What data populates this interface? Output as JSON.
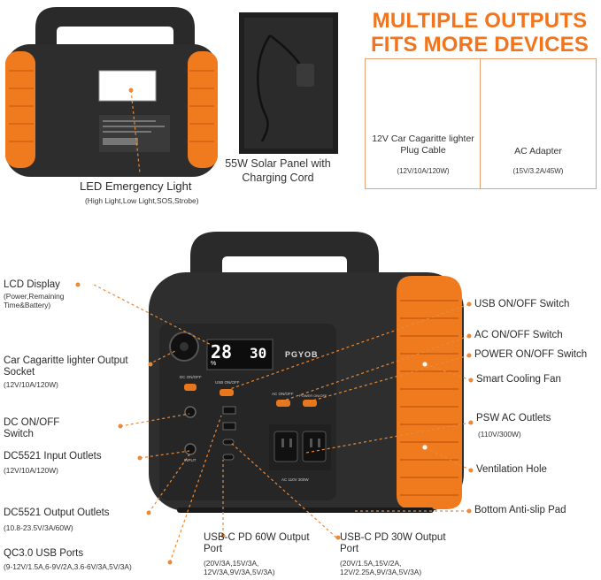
{
  "headline": {
    "line1": "MULTIPLE OUTPUTS",
    "line2": "FITS MORE DEVICES"
  },
  "accessories": [
    {
      "name": "12V Car Cagaritte lighter Plug Cable",
      "spec": "(12V/10A/120W)"
    },
    {
      "name": "AC Adapter",
      "spec": "(15V/3.2A/45W)"
    }
  ],
  "solar_panel": {
    "caption": "55W Solar Panel with Charging Cord"
  },
  "led": {
    "title": "LED Emergency Light",
    "sub": "(High Light,Low Light,SOS,Strobe)"
  },
  "device": {
    "brand": "PGYOB",
    "lcd": {
      "left": "28",
      "right": "30",
      "left_unit": "%"
    },
    "button_labels": {
      "dc": "DC ON/OFF",
      "usb": "USB ON/OFF",
      "ac": "AC ON/OFF",
      "power": "POWER ON/OFF",
      "input": "INPUT",
      "ac_rating": "AC 110V 300W"
    }
  },
  "callouts_left": [
    {
      "title": "LCD Display",
      "sub": "(Power,Remaining Time&Battery)"
    },
    {
      "title": "Car Cagaritte lighter Output Socket",
      "sub": "(12V/10A/120W)"
    },
    {
      "title": "DC ON/OFF Switch",
      "sub": ""
    },
    {
      "title": "DC5521 Input Outlets",
      "sub": "(12V/10A/120W)"
    },
    {
      "title": "DC5521 Output Outlets",
      "sub": "(10.8-23.5V/3A/60W)"
    },
    {
      "title": "QC3.0 USB Ports",
      "sub": "(9-12V/1.5A,6-9V/2A,3.6-6V/3A,5V/3A)"
    }
  ],
  "callouts_bottom": [
    {
      "title": "USB-C PD 60W Output Port",
      "sub": "(20V/3A,15V/3A, 12V/3A,9V/3A,5V/3A)"
    },
    {
      "title": "USB-C PD 30W Output Port",
      "sub": "(20V/1.5A,15V/2A, 12V/2.25A,9V/3A,5V/3A)"
    }
  ],
  "callouts_right": [
    {
      "title": "USB ON/OFF Switch",
      "sub": ""
    },
    {
      "title": "AC ON/OFF Switch",
      "sub": ""
    },
    {
      "title": "POWER ON/OFF Switch",
      "sub": ""
    },
    {
      "title": "Smart Cooling Fan",
      "sub": ""
    },
    {
      "title": "PSW AC Outlets",
      "sub": "(110V/300W)"
    },
    {
      "title": "Ventilation Hole",
      "sub": ""
    },
    {
      "title": "Bottom Anti-slip Pad",
      "sub": ""
    }
  ],
  "colors": {
    "accent": "#f2741d",
    "body": "#2b2b2b",
    "orange_panel": "#f07a1e",
    "leader": "#e88a3a"
  }
}
